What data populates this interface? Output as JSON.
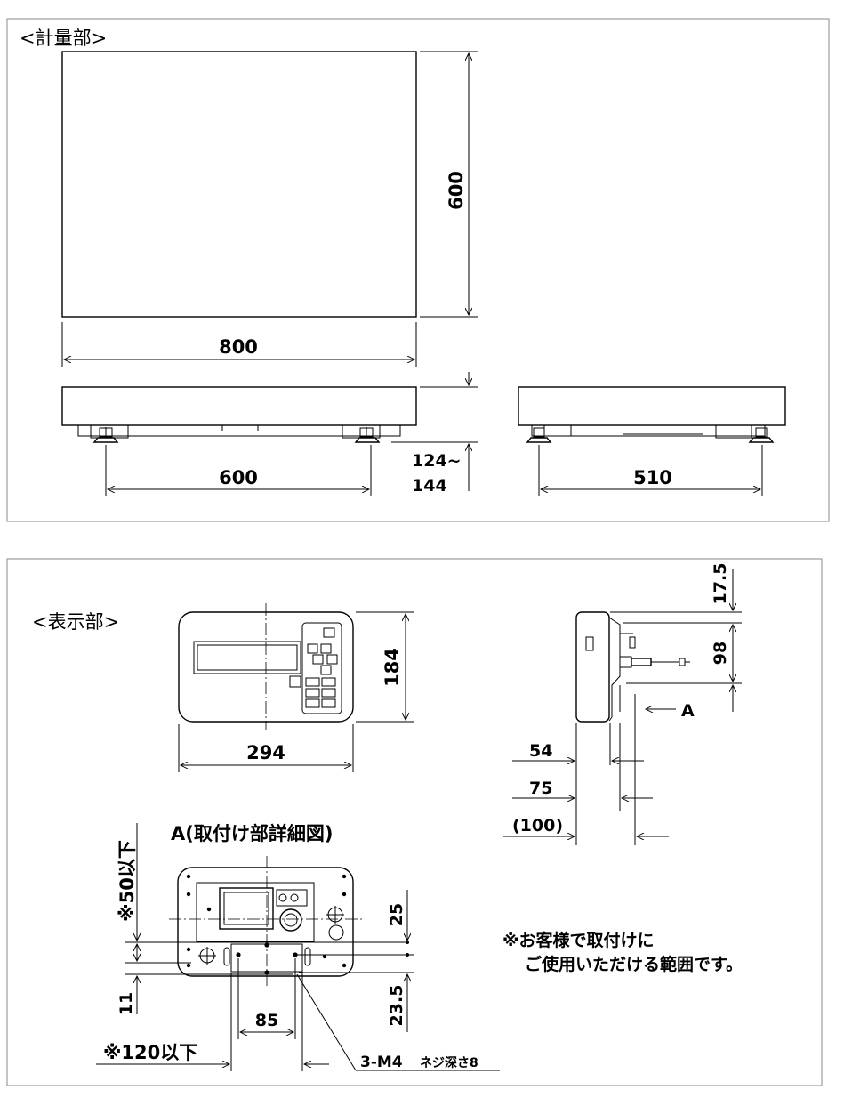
{
  "weighing_unit": {
    "section_label": "<計量部>",
    "dim_depth": "600",
    "dim_width": "800",
    "dim_foot_span_front": "600",
    "dim_height_a": "124~",
    "dim_height_b": "144",
    "dim_foot_span_side": "510"
  },
  "display_unit": {
    "section_label": "<表示部>",
    "dim_height": "184",
    "dim_width": "294",
    "dim_top_offset": "17.5",
    "dim_bracket_height": "98",
    "view_arrow_label": "A",
    "dim_depth_1": "54",
    "dim_depth_2": "75",
    "dim_depth_3": "(100)"
  },
  "mount_detail": {
    "title": "A(取付け部詳細図)",
    "note_vertical_limit": "※50以下",
    "dim_25": "25",
    "dim_11": "11",
    "dim_23_5": "23.5",
    "dim_85": "85",
    "note_horizontal_limit": "※120以下",
    "screw_label": "3-M4",
    "screw_depth": "ネジ深さ8",
    "note_line1": "※お客様で取付けに",
    "note_line2": "ご使用いただける範囲です。"
  }
}
